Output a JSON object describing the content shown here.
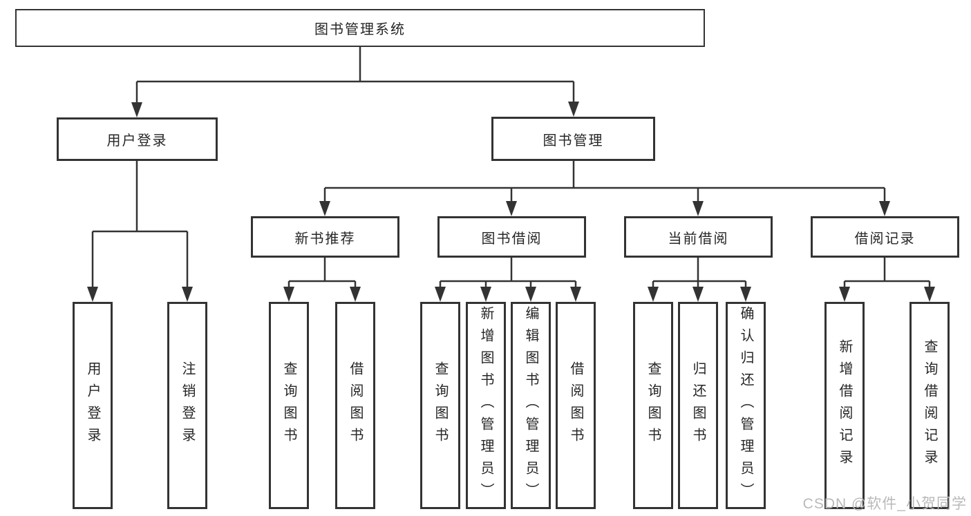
{
  "diagram": {
    "title": "图书管理系统",
    "root": {
      "label": "图书管理系统"
    },
    "level2": [
      {
        "label": "用户登录"
      },
      {
        "label": "图书管理"
      }
    ],
    "level3": [
      {
        "label": "新书推荐"
      },
      {
        "label": "图书借阅"
      },
      {
        "label": "当前借阅"
      },
      {
        "label": "借阅记录"
      }
    ],
    "leaves": {
      "user_login": [
        {
          "label": "用户登录"
        },
        {
          "label": "注销登录"
        }
      ],
      "new_book": [
        {
          "label": "查询图书"
        },
        {
          "label": "借阅图书"
        }
      ],
      "book_borrow": [
        {
          "label": "查询图书"
        },
        {
          "label": "新增图书（管理员）"
        },
        {
          "label": "编辑图书（管理员）"
        },
        {
          "label": "借阅图书"
        }
      ],
      "current_borrow": [
        {
          "label": "查询图书"
        },
        {
          "label": "归还图书"
        },
        {
          "label": "确认归还（管理员）"
        }
      ],
      "borrow_record": [
        {
          "label": "新增借阅记录"
        },
        {
          "label": "查询借阅记录"
        }
      ]
    }
  },
  "watermark": "CSDN @软件_小贺同学",
  "colors": {
    "line": "#333333",
    "box_border": "#333333",
    "text": "#262626",
    "background": "#ffffff",
    "watermark": "#b9b9b9"
  }
}
